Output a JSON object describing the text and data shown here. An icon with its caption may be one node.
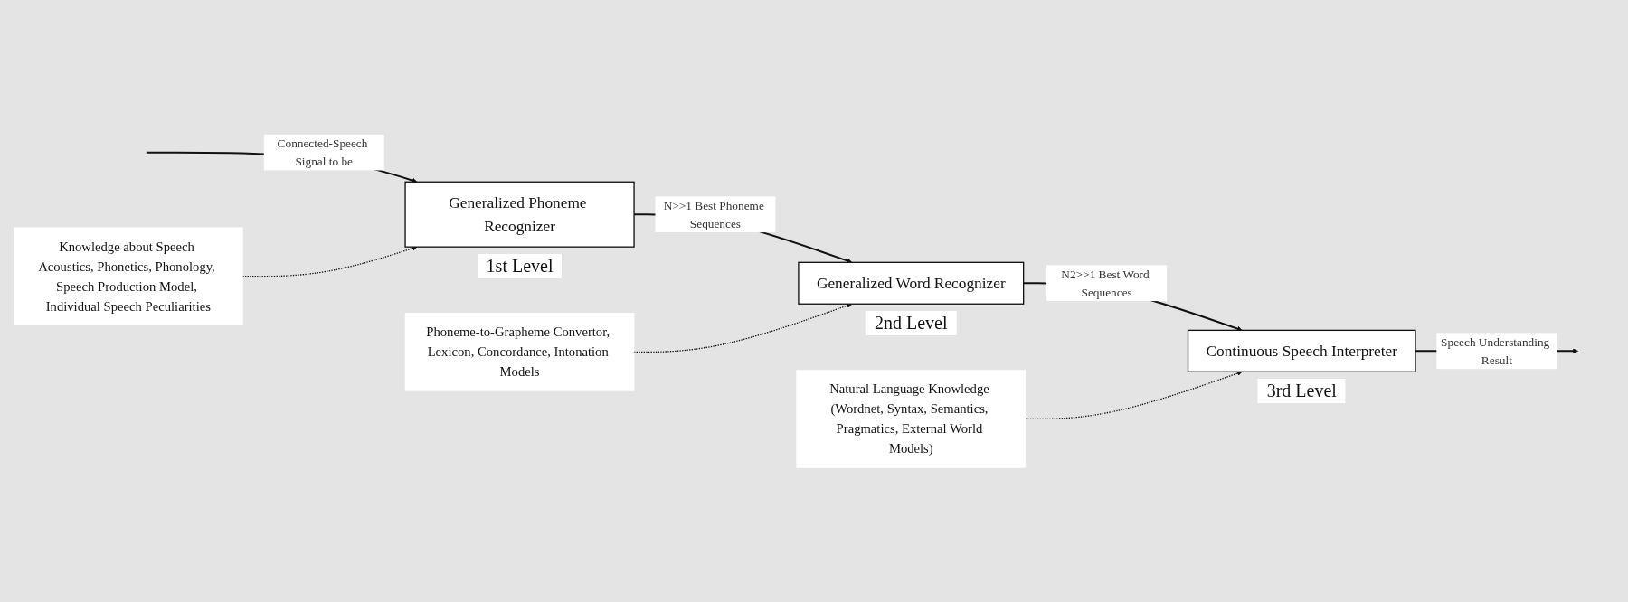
{
  "diagram": {
    "nodes": [
      {
        "text": [
          "Knowledge about Speech Acoustics, Phonetics, Phonology, Speech Production Model, Individual Speech Peculiarities"
        ]
      },
      {
        "text": [
          "Phoneme-to-Grapheme Convertor, Lexicon, Concordance, Intonation Models"
        ]
      },
      {
        "text": [
          "Natural Language Knowledge (Wordnet, Syntax, Semantics, Pragmatics, External World Models)"
        ]
      },
      {
        "text": [
          "Generalized Phoneme Recognizer"
        ],
        "beside": [
          "1st Level"
        ]
      },
      {
        "text": [
          "Generalized Word Recognizer"
        ],
        "beside": [
          "2nd Level"
        ]
      },
      {
        "text": [
          "Continuous Speech Interpreter"
        ],
        "beside": [
          "3rd Level"
        ]
      }
    ],
    "edges": [
      {
        "from": null,
        "to": 3,
        "arrow": "to",
        "label": "Connected-Speech Signal to be"
      },
      {
        "from": 0,
        "to": 3,
        "arrow": "to",
        "style": "dashed"
      },
      {
        "from": 3,
        "to": 4,
        "arrow": "to",
        "label": "N>>1 Best Phoneme Sequences"
      },
      {
        "from": 1,
        "to": 4,
        "arrow": "to",
        "style": "dashed"
      },
      {
        "from": 4,
        "to": 5,
        "arrow": "to",
        "label": "N2>>1 Best Word Sequences"
      },
      {
        "from": 2,
        "to": 5,
        "arrow": "to",
        "style": "dashed"
      },
      {
        "from": 5,
        "to": null,
        "arrow": "to",
        "label": "Speech Understanding Result"
      }
    ]
  }
}
